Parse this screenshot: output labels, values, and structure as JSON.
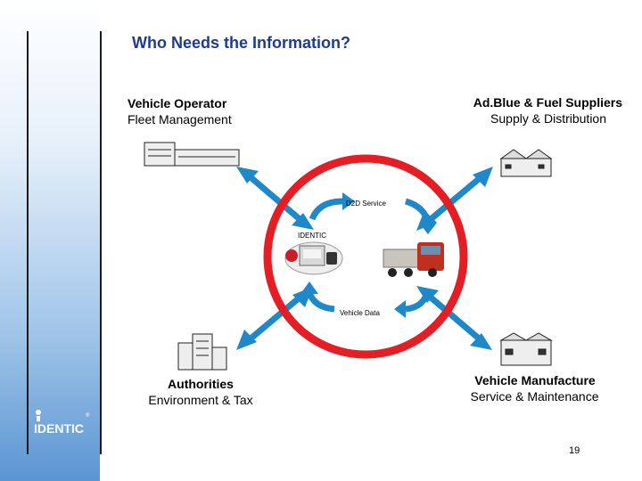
{
  "title": "Who Needs the Information?",
  "nodes": {
    "vehicle_operator": {
      "title": "Vehicle Operator",
      "subtitle": "Fleet Management"
    },
    "suppliers": {
      "title": "Ad.Blue & Fuel Suppliers",
      "subtitle": "Supply & Distribution"
    },
    "authorities": {
      "title": "Authorities",
      "subtitle": "Environment & Tax"
    },
    "manufacture": {
      "title": "Vehicle Manufacture",
      "subtitle": "Service & Maintenance"
    }
  },
  "center": {
    "top_label": "D2D Service",
    "left_label": "IDENTIC",
    "bottom_label": "Vehicle Data"
  },
  "logo_text": "IDENTIC",
  "page_number": "19",
  "colors": {
    "title": "#1f3c8c",
    "ring": "#e31e24",
    "arrow": "#1e88c8",
    "sidebar": "#5a95d2"
  }
}
